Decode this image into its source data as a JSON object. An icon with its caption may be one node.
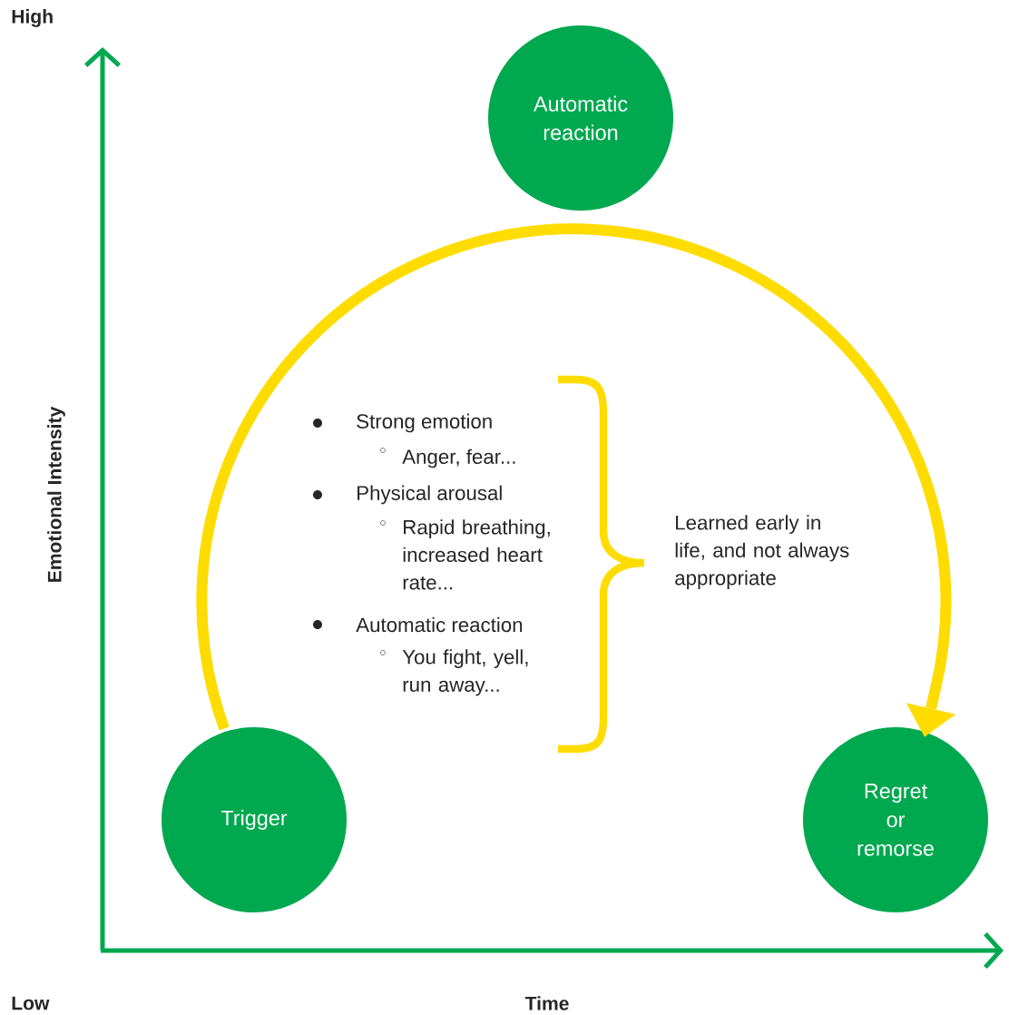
{
  "diagram": {
    "nodes": [
      {
        "text": [
          "Trigger"
        ]
      },
      {
        "text": [
          "Automatic reaction"
        ]
      },
      {
        "text": [
          "Regret or remorse"
        ]
      }
    ],
    "edges": [
      {
        "from": 0,
        "to": 2,
        "arrow": "to"
      }
    ],
    "labels": [
      "High",
      "Emotional Intensity",
      "Strong emotion",
      "Anger, fear...",
      "Physical arousal",
      "Rapid breathing, increased heart rate...",
      "Automatic reaction",
      "You fight, yell, run away...",
      "Learned early in life, and not always appropriate",
      "Low",
      "Time"
    ]
  }
}
